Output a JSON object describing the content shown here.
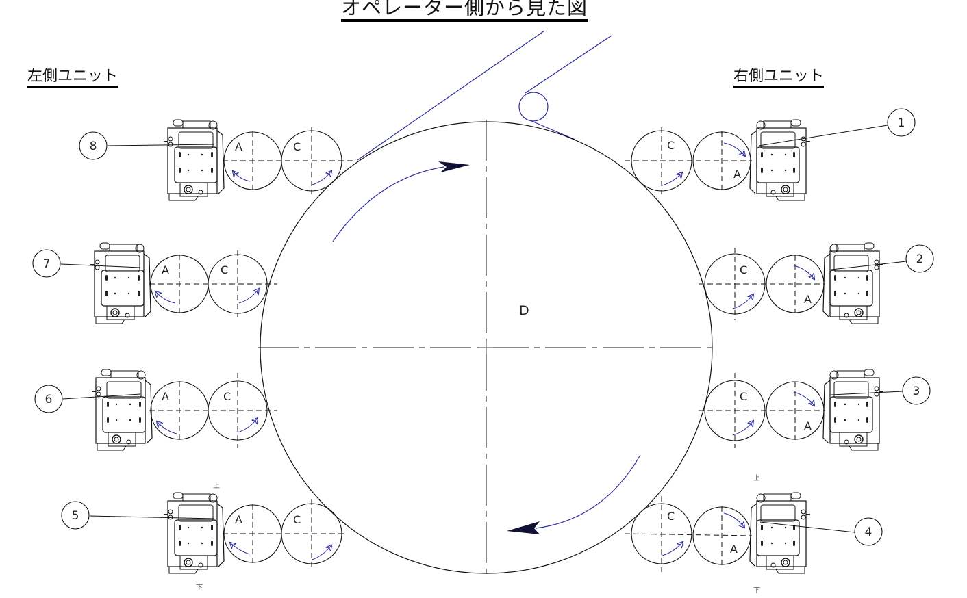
{
  "header": {
    "title": "オペレーター側から見た図",
    "left_label": "左側ユニット",
    "right_label": "右側ユニット"
  },
  "drum": {
    "label": "D"
  },
  "roller_labels": {
    "a": "A",
    "c": "C"
  },
  "orientation": {
    "top": "上",
    "bottom": "下"
  },
  "units": {
    "left": [
      {
        "number": "8",
        "row": 1
      },
      {
        "number": "7",
        "row": 2
      },
      {
        "number": "6",
        "row": 3
      },
      {
        "number": "5",
        "row": 4
      }
    ],
    "right": [
      {
        "number": "1",
        "row": 1
      },
      {
        "number": "2",
        "row": 2
      },
      {
        "number": "3",
        "row": 3
      },
      {
        "number": "4",
        "row": 4
      }
    ]
  },
  "colors": {
    "line": "#000000",
    "flow": "#2a2aa0",
    "arrow_fill": "#101035"
  }
}
